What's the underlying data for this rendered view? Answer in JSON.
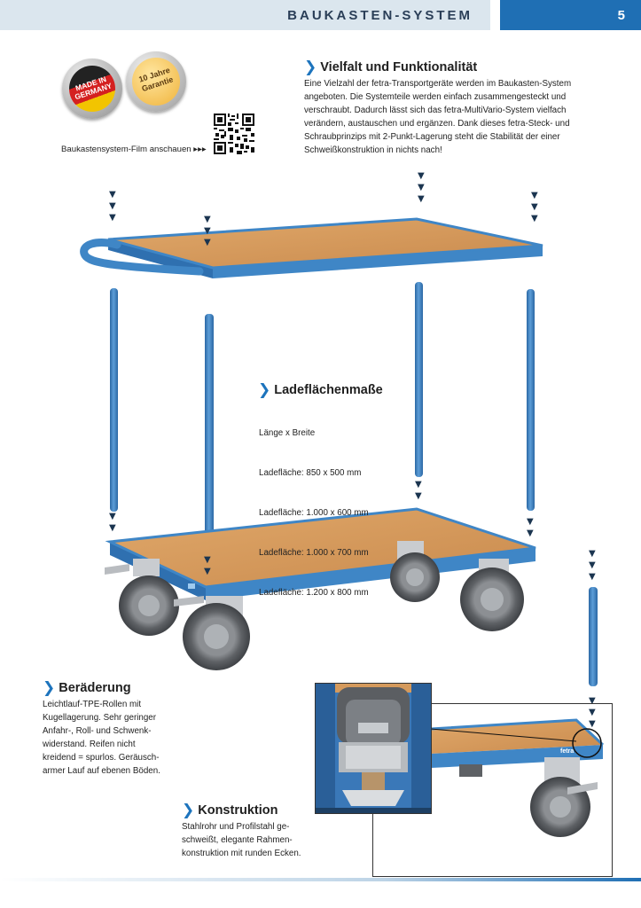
{
  "header": {
    "title": "BAUKASTEN-SYSTEM",
    "page_number": "5"
  },
  "badges": {
    "made_in": [
      "MADE IN",
      "GERMANY"
    ],
    "garantie": [
      "10 Jahre",
      "Garantie"
    ]
  },
  "film_link": "Baukastensystem-Film anschauen ▸▸▸",
  "vielfalt": {
    "title": "Vielfalt und Funktionalität",
    "lines": [
      "Eine Vielzahl der fetra-Transportgeräte werden im Baukasten-System",
      "angeboten. Die Systemteile werden einfach zusammengesteckt und",
      "verschraubt. Dadurch lässt sich das fetra-MultiVario-System vielfach",
      "verändern, austauschen und ergänzen. Dank dieses fetra-Steck- und",
      "Schraubprinzips mit 2-Punkt-Lagerung steht die Stabilität der einer",
      "Schweißkonstruktion in nichts nach!"
    ]
  },
  "ladeflaechen": {
    "title": "Ladeflächenmaße",
    "lines": [
      "Länge x Breite",
      "Ladefläche:    850 x 500 mm",
      "Ladefläche: 1.000 x 600 mm",
      "Ladefläche: 1.000 x 700 mm",
      "Ladefläche: 1.200 x 800 mm"
    ]
  },
  "beraederung": {
    "title": "Beräderung",
    "lines": [
      "Leichtlauf-TPE-Rollen mit",
      "Kugellagerung. Sehr geringer",
      "Anfahr-, Roll- und Schwenk-",
      "widerstand. Reifen nicht",
      "kreidend = spurlos. Geräusch-",
      "armer Lauf auf ebenen Böden."
    ]
  },
  "konstruktion": {
    "title": "Konstruktion",
    "lines": [
      "Stahlrohr und Profilstahl ge-",
      "schweißt, elegante Rahmen-",
      "konstruktion mit runden Ecken."
    ]
  },
  "inset": {
    "brand": "fetra"
  },
  "colors": {
    "accent_blue": "#1f6fb4",
    "frame_blue": "#3f86c6",
    "wood": "#d59a5c",
    "header_band": "#dbe6ee",
    "arrow": "#1b3550"
  }
}
